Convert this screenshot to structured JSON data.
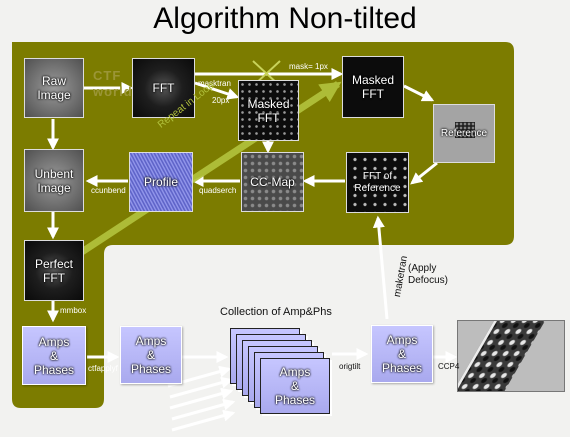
{
  "title": "Algorithm Non-tilted",
  "colors": {
    "panel": "#7c7c00",
    "repeat_arrow": "#b2c23c",
    "amps_phases": "#b3b3f5",
    "arrow": "#ffffff"
  },
  "nodes": {
    "raw_image": "Raw\nImage",
    "fft": "FFT",
    "masked_fft_mid": "Masked\nFFT",
    "masked_fft_top": "Masked\nFFT",
    "reference": "Reference",
    "unbent_image": "Unbent\nImage",
    "profile": "Profile",
    "cc_map": "CC-Map",
    "fft_of_reference": "FFT of\nReference",
    "perfect_fft": "Perfect\nFFT",
    "amps_phases_1": "Amps\n&\nPhases",
    "amps_phases_2": "Amps\n&\nPhases",
    "amps_phases_stack": "Amps\n&\nPhases",
    "amps_phases_3": "Amps\n&\nPhases"
  },
  "labels": {
    "ctf_world": "CTF\nworld",
    "masktran": "masktran",
    "px20": "20px",
    "mask_1px": "mask= 1px",
    "ccunbend": "ccunbend",
    "quadserch": "quadserch",
    "mmbox": "mmbox",
    "ctfapplyf": "ctfapplyf",
    "origtilt": "origtilt",
    "ccp4": "CCP4",
    "maketran": "maketran",
    "apply_defocus": "(Apply\nDefocus)",
    "collection": "Collection of Amp&Phs",
    "repeat_in_loop": "Repeat in Loop"
  }
}
